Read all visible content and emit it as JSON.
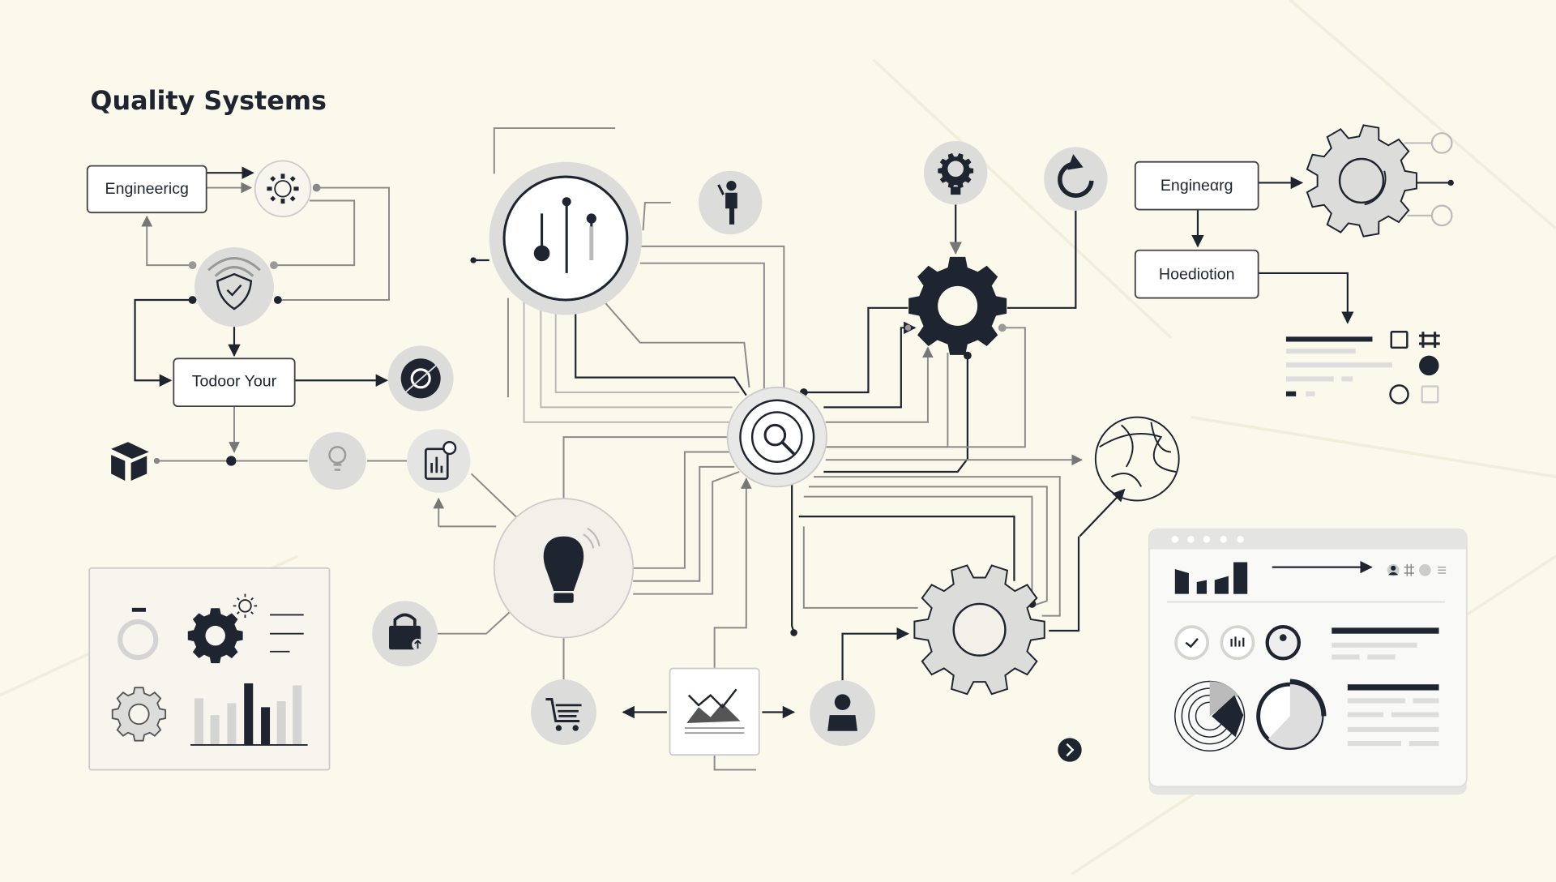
{
  "title": "Quality Systems",
  "left_flow": {
    "box_top": "Engineericg",
    "box_middle": "Todoor Your"
  },
  "right_flow": {
    "box_top": "Engineαrg",
    "box_bottom": "Hoediotion"
  },
  "colors": {
    "background": "#fbf8ec",
    "dark": "#1e2530",
    "node_grey": "#dcdcda",
    "wire": "#8a8a8a"
  },
  "icons": [
    "sun-icon",
    "shield-check-icon",
    "no-entry-icon",
    "cube-icon",
    "lightbulb-icon",
    "report-icon",
    "sliders-icon",
    "person-icon",
    "lightbulb-gear-icon",
    "refresh-icon",
    "gear-icon",
    "search-icon",
    "globe-icon",
    "lock-icon",
    "cart-icon",
    "line-chart-icon",
    "user-icon",
    "chevron-right-icon",
    "dashboard-window"
  ]
}
